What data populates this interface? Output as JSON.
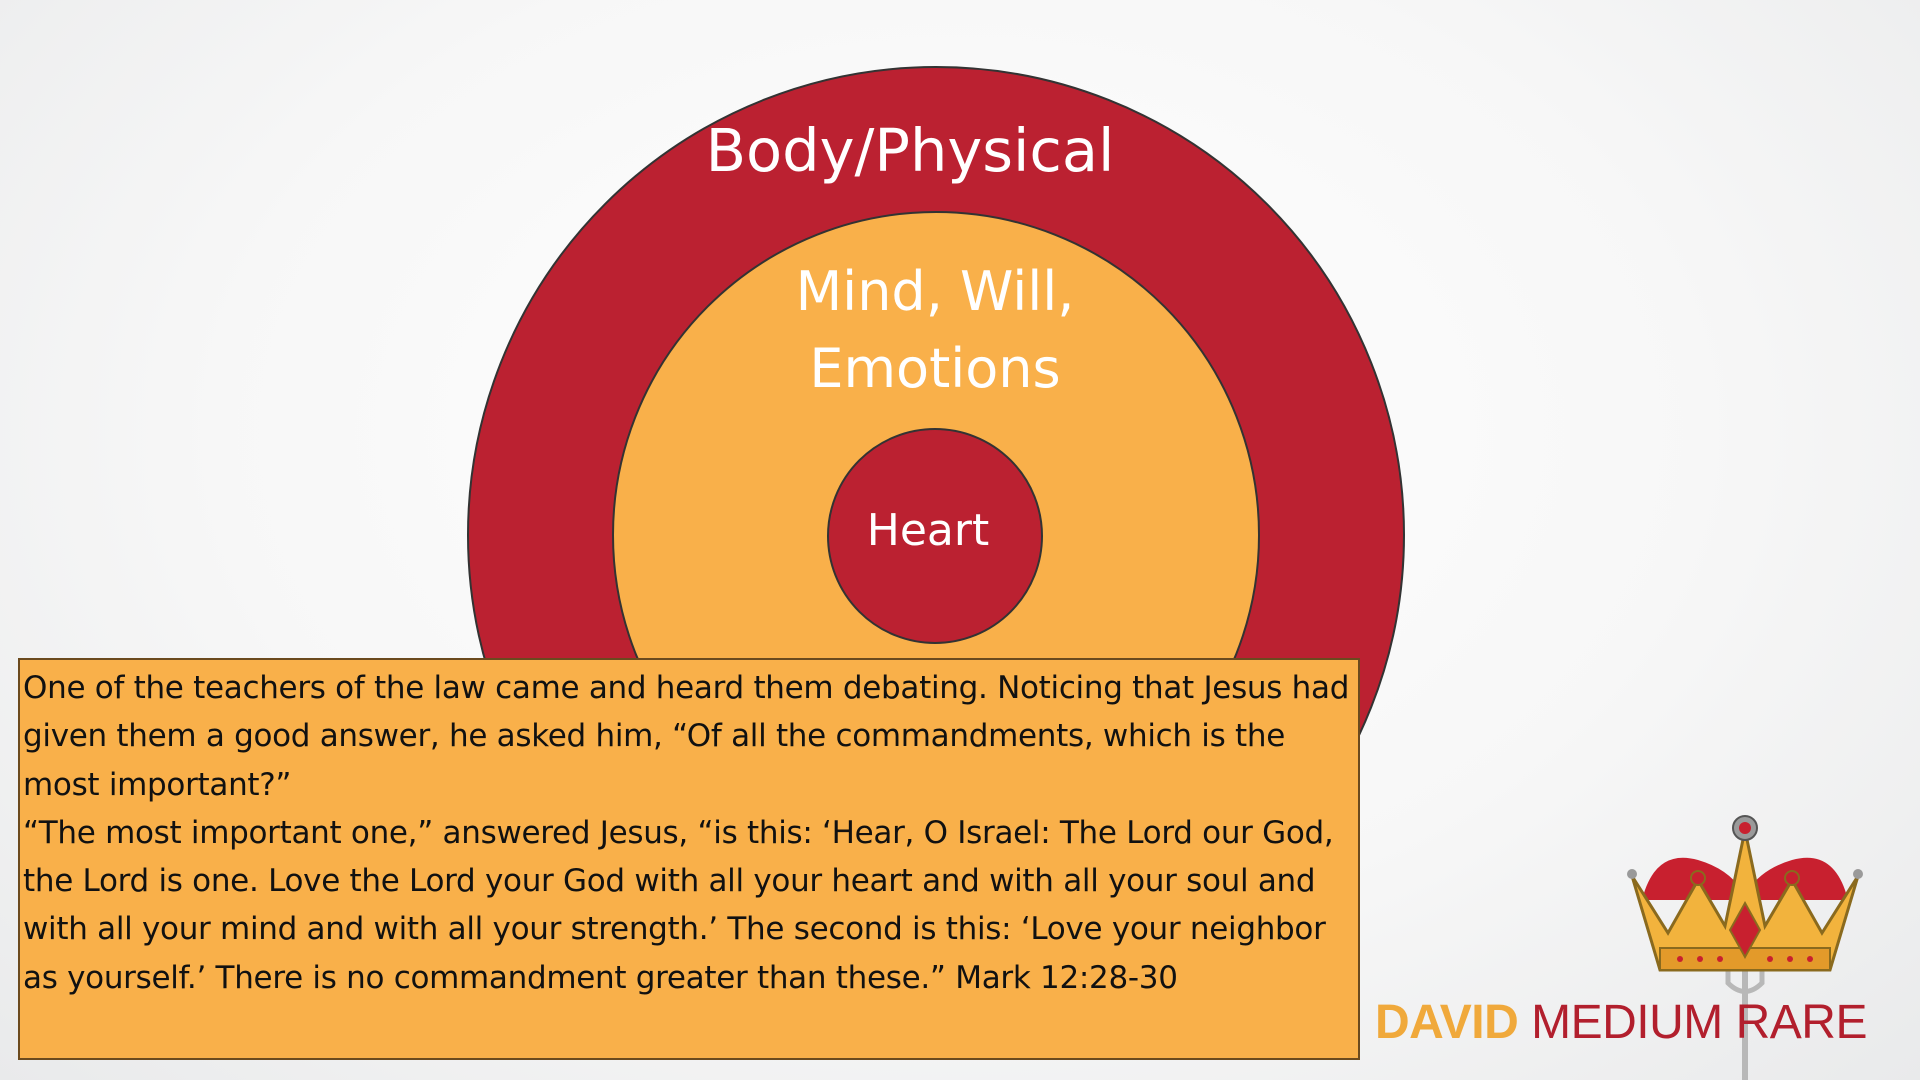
{
  "diagram": {
    "outer_ring": {
      "label": "Body/Physical",
      "color": "#bb2131"
    },
    "middle_ring": {
      "label_line1": "Mind, Will,",
      "label_line2": "Emotions",
      "color": "#f9b04a"
    },
    "inner_circle": {
      "label": "Heart",
      "color": "#bb2131"
    }
  },
  "scripture": {
    "paragraph1": "One of the teachers of the law came and heard them debating. Noticing that Jesus had given them a good answer, he asked him, “Of all the commandments, which is the most important?”",
    "paragraph2": "“The most important one,” answered Jesus, “is this: ‘Hear, O Israel: The Lord our God, the Lord is one. Love the Lord your God with all your heart and with all your soul and with all your mind and with all your strength.’ The second is this: ‘Love your neighbor as yourself.’ There is no commandment greater than these.” Mark 12:28-30",
    "box_color": "#f9b04a"
  },
  "brand": {
    "first": "DAVID",
    "rest": " MEDIUM RARE",
    "logo_icon": "crown-on-fork-icon",
    "colors": {
      "gold": "#f0a93b",
      "red": "#b21f2d"
    }
  }
}
